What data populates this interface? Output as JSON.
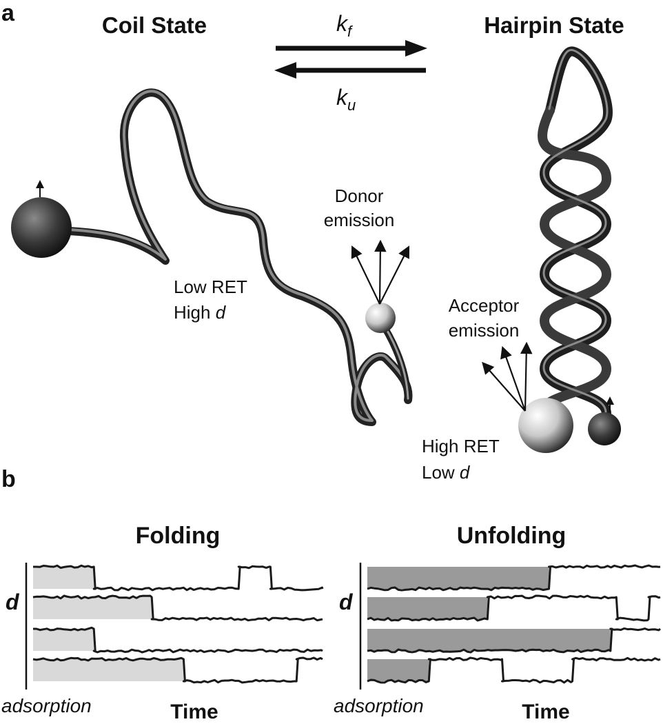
{
  "panel_a": {
    "label": "a",
    "coil_title": "Coil State",
    "hairpin_title": "Hairpin State",
    "rate_forward": "k",
    "rate_forward_sub": "f",
    "rate_reverse": "k",
    "rate_reverse_sub": "u",
    "donor_emission_line1": "Donor",
    "donor_emission_line2": "emission",
    "acceptor_emission_line1": "Acceptor",
    "acceptor_emission_line2": "emission",
    "coil_note_line1": "Low RET",
    "coil_note_line2_prefix": "High ",
    "coil_note_line2_var": "d",
    "hairpin_note_line1": "High RET",
    "hairpin_note_line2_prefix": "Low ",
    "hairpin_note_line2_var": "d"
  },
  "panel_b": {
    "label": "b",
    "folding_title": "Folding",
    "unfolding_title": "Unfolding",
    "y_axis_label": "d",
    "x_axis_label": "Time",
    "origin_label": "adsorption",
    "colors": {
      "folding_shade": "#d9d9d9",
      "unfolding_shade": "#9a9a9a",
      "trace": "#1a1a1a"
    }
  },
  "chart_data": [
    {
      "type": "line",
      "title": "Folding",
      "xlabel": "Time",
      "ylabel": "d",
      "origin_label": "adsorption",
      "x_range": [
        0,
        1
      ],
      "state_levels": [
        "high",
        "low"
      ],
      "series": [
        {
          "segments": [
            [
              0,
              0.21,
              "high"
            ],
            [
              0.21,
              0.71,
              "low"
            ],
            [
              0.71,
              0.82,
              "high"
            ],
            [
              0.82,
              1,
              "low"
            ]
          ],
          "shaded_until": 0.21
        },
        {
          "segments": [
            [
              0,
              0.41,
              "high"
            ],
            [
              0.41,
              1,
              "low"
            ]
          ],
          "shaded_until": 0.41
        },
        {
          "segments": [
            [
              0,
              0.21,
              "high"
            ],
            [
              0.21,
              1,
              "low"
            ]
          ],
          "shaded_until": 0.21
        },
        {
          "segments": [
            [
              0,
              0.52,
              "high"
            ],
            [
              0.52,
              0.91,
              "low"
            ],
            [
              0.91,
              1,
              "high"
            ]
          ],
          "shaded_until": 0.52
        }
      ]
    },
    {
      "type": "line",
      "title": "Unfolding",
      "xlabel": "Time",
      "ylabel": "d",
      "origin_label": "adsorption",
      "x_range": [
        0,
        1
      ],
      "state_levels": [
        "high",
        "low"
      ],
      "series": [
        {
          "segments": [
            [
              0,
              0.62,
              "low"
            ],
            [
              0.62,
              1,
              "high"
            ]
          ],
          "shaded_until": 0.62
        },
        {
          "segments": [
            [
              0,
              0.41,
              "low"
            ],
            [
              0.41,
              0.85,
              "high"
            ],
            [
              0.85,
              0.96,
              "low"
            ],
            [
              0.96,
              1,
              "high"
            ]
          ],
          "shaded_until": 0.41
        },
        {
          "segments": [
            [
              0,
              0.83,
              "low"
            ],
            [
              0.83,
              1,
              "high"
            ]
          ],
          "shaded_until": 0.83
        },
        {
          "segments": [
            [
              0,
              0.21,
              "low"
            ],
            [
              0.21,
              0.46,
              "high"
            ],
            [
              0.46,
              0.7,
              "low"
            ],
            [
              0.7,
              1,
              "high"
            ]
          ],
          "shaded_until": 0.21
        }
      ]
    }
  ]
}
